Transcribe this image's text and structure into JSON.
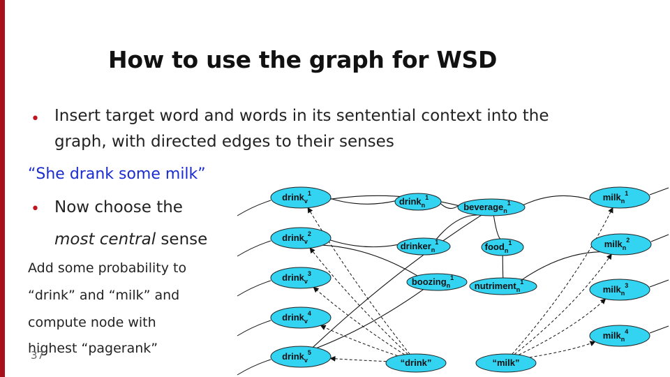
{
  "slide": {
    "title": "How to use the graph for WSD",
    "bullet1_line1": "Insert target word and words in its sentential context into the",
    "bullet1_line2": "graph, with directed edges to their senses",
    "example": "“She drank some milk”",
    "bullet2_line1": "Now choose the",
    "bullet2_line2_em": "most central",
    "bullet2_line2_rest": " sense",
    "note_lines": [
      "Add some probability to",
      "“drink” and “milk” and",
      "compute node with",
      "highest “pagerank”"
    ],
    "page_number": "37",
    "bullet_glyph": "•"
  },
  "graph": {
    "colors": {
      "node_fill": "#33d3f2",
      "node_stroke": "#222222",
      "edge": "#111111"
    },
    "nodes": [
      {
        "id": "drink_v1",
        "base": "drink",
        "sub": "v",
        "sup": "1"
      },
      {
        "id": "drink_v2",
        "base": "drink",
        "sub": "v",
        "sup": "2"
      },
      {
        "id": "drink_v3",
        "base": "drink",
        "sub": "v",
        "sup": "3"
      },
      {
        "id": "drink_v4",
        "base": "drink",
        "sub": "v",
        "sup": "4"
      },
      {
        "id": "drink_v5",
        "base": "drink",
        "sub": "v",
        "sup": "5"
      },
      {
        "id": "drink_n1",
        "base": "drink",
        "sub": "n",
        "sup": "1"
      },
      {
        "id": "beverage_n1",
        "base": "beverage",
        "sub": "n",
        "sup": "1"
      },
      {
        "id": "drinker_n1",
        "base": "drinker",
        "sub": "n",
        "sup": "1"
      },
      {
        "id": "food_n1",
        "base": "food",
        "sub": "n",
        "sup": "1"
      },
      {
        "id": "boozing_n1",
        "base": "boozing",
        "sub": "n",
        "sup": "1"
      },
      {
        "id": "nutriment_n1",
        "base": "nutriment",
        "sub": "n",
        "sup": "1"
      },
      {
        "id": "milk_n1",
        "base": "milk",
        "sub": "n",
        "sup": "1"
      },
      {
        "id": "milk_n2",
        "base": "milk",
        "sub": "n",
        "sup": "2"
      },
      {
        "id": "milk_n3",
        "base": "milk",
        "sub": "n",
        "sup": "3"
      },
      {
        "id": "milk_n4",
        "base": "milk",
        "sub": "n",
        "sup": "4"
      },
      {
        "id": "w_drink",
        "base": "“drink”",
        "sub": "",
        "sup": ""
      },
      {
        "id": "w_milk",
        "base": "“milk”",
        "sub": "",
        "sup": ""
      }
    ],
    "edges": [
      [
        "drink_v1",
        "drink_n1"
      ],
      [
        "drink_v1",
        "beverage_n1"
      ],
      [
        "drink_n1",
        "beverage_n1"
      ],
      [
        "beverage_n1",
        "milk_n1"
      ],
      [
        "beverage_n1",
        "food_n1"
      ],
      [
        "beverage_n1",
        "drinker_n1"
      ],
      [
        "drink_v2",
        "drinker_n1"
      ],
      [
        "drink_v2",
        "boozing_n1"
      ],
      [
        "food_n1",
        "nutriment_n1"
      ],
      [
        "nutriment_n1",
        "milk_n2"
      ],
      [
        "drink_v5",
        "boozing_n1"
      ],
      [
        "drink_v5",
        "beverage_n1"
      ]
    ],
    "arrows": [
      [
        "w_drink",
        "drink_v1"
      ],
      [
        "w_drink",
        "drink_v2"
      ],
      [
        "w_drink",
        "drink_v3"
      ],
      [
        "w_drink",
        "drink_v4"
      ],
      [
        "w_drink",
        "drink_v5"
      ],
      [
        "w_milk",
        "milk_n1"
      ],
      [
        "w_milk",
        "milk_n2"
      ],
      [
        "w_milk",
        "milk_n3"
      ],
      [
        "w_milk",
        "milk_n4"
      ]
    ]
  }
}
